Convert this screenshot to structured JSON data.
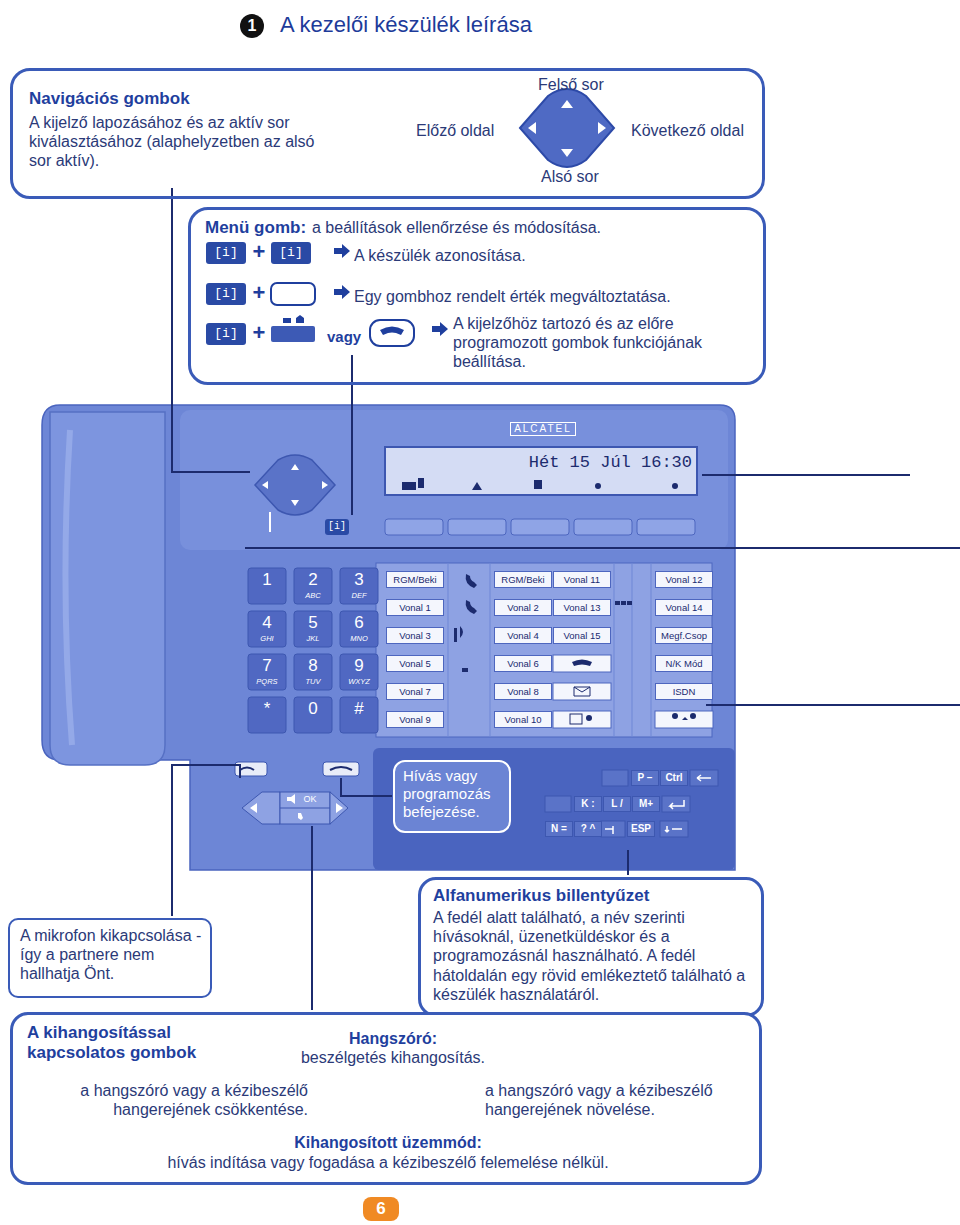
{
  "diagram": {
    "title": "A kezelői készülék leírása",
    "nodes": [
      {
        "text": [
          "Navigációs gombok",
          "A kijelző lapozásához és az aktív sor kiválasztásához (alaphelyzetben az alsó sor aktív).",
          "Felső sor",
          "Előző oldal",
          "Következő oldal",
          "Alsó sor"
        ]
      },
      {
        "text": [
          "Menü gomb:",
          "a beállítások ellenőrzése és módosítása.",
          "A készülék azonosítása.",
          "Egy gombhoz rendelt érték megváltoztatása.",
          "vagy",
          "A kijelzőhöz tartozó és az előre programozott gombok funkciójának beállítása."
        ]
      },
      {
        "text": [
          "Hívás vagy programozás befejezése."
        ]
      },
      {
        "text": [
          "A mikrofon kikapcsolása - így a partnere nem hallhatja Önt."
        ]
      },
      {
        "text": [
          "Alfanumerikus billentyűzet",
          "A fedél alatt található, a név szerinti hívásoknál, üzenetküldéskor és a programozásnál használható. A fedél hátoldalán egy rövid emlékeztető található a készülék használatáról."
        ]
      },
      {
        "text": [
          "A kihangosítással kapcsolatos gombok",
          "Hangszóró:",
          "beszélgetés kihangosítás.",
          "a hangszóró vagy a kézibeszélő hangerejének csökkentése.",
          "a hangszóró vagy a kézibeszélő hangerejének növelése.",
          "Kihangosított üzemmód:",
          "hívás indítása vagy fogadása a kézibeszélő felemelése nélkül."
        ]
      }
    ],
    "labels": [
      "1",
      "[i]",
      "+",
      "[i]",
      "[i]",
      "+",
      "[i]",
      "+",
      "ALCATEL",
      "Hét 15 Júl 16:30",
      "[i]",
      "1",
      "2",
      "3",
      "4",
      "5",
      "6",
      "7",
      "8",
      "9",
      "*",
      "0",
      "#",
      "ABC",
      "DEF",
      "GHI",
      "JKL",
      "MNO",
      "PQRS",
      "TUV",
      "WXYZ",
      "RGM/Beki",
      "Vonal 1",
      "Vonal 3",
      "Vonal 5",
      "Vonal 7",
      "Vonal 9",
      "RGM/Beki",
      "Vonal 2",
      "Vonal 4",
      "Vonal 6",
      "Vonal 8",
      "Vonal 10",
      "Vonal 11",
      "Vonal 13",
      "Vonal 15",
      "Vonal 12",
      "Vonal 14",
      "Megf.Csop",
      "N/K Mód",
      "ISDN",
      "OK",
      "P –",
      "Ctrl",
      "K :",
      "L /",
      "M+",
      "N =",
      "? ^",
      "ESP",
      "OK",
      "6"
    ]
  }
}
